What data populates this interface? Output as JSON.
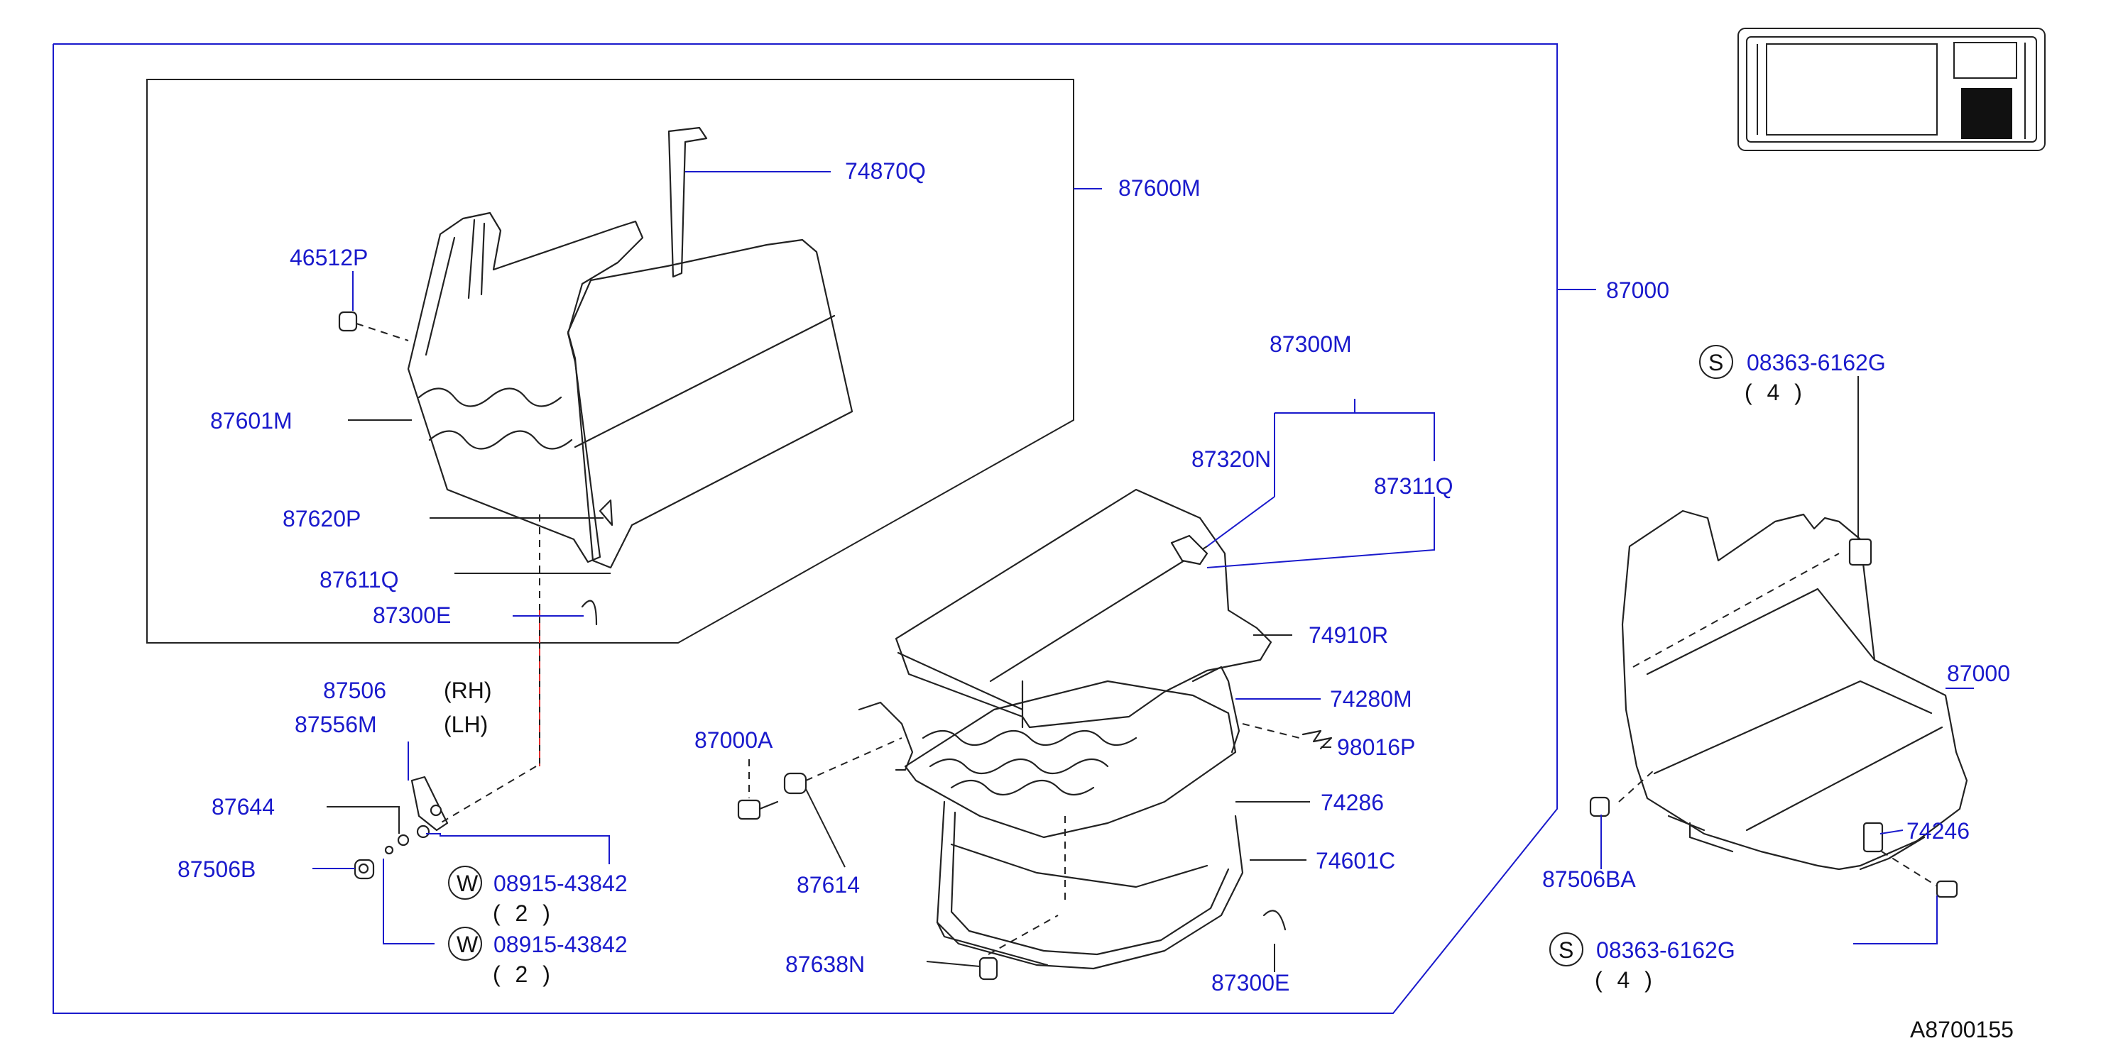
{
  "diagram_id": "A8700155",
  "callouts": {
    "c74870Q": "74870Q",
    "c87600M": "87600M",
    "c46512P": "46512P",
    "c87601M": "87601M",
    "c87620P": "87620P",
    "c87611Q": "87611Q",
    "c87300E_top": "87300E",
    "c87000_main": "87000",
    "c87300M": "87300M",
    "c87320N": "87320N",
    "c87311Q": "87311Q",
    "c74910R": "74910R",
    "c74280M": "74280M",
    "c98016P": "98016P",
    "c74286": "74286",
    "c74601C": "74601C",
    "c87300E_bot": "87300E",
    "c87638N": "87638N",
    "c87614": "87614",
    "c87000A": "87000A",
    "c87506": "87506",
    "c87506_side": "(RH)",
    "c87556M": "87556M",
    "c87556M_side": "(LH)",
    "c87644": "87644",
    "c87506B": "87506B",
    "c08915a": "08915-43842",
    "c08915a_qty": "( 2 )",
    "c08915b": "08915-43842",
    "c08915b_qty": "( 2 )",
    "c08363a": "08363-6162G",
    "c08363a_qty": "( 4 )",
    "c08363b": "08363-6162G",
    "c08363b_qty": "( 4 )",
    "c87000_right": "87000",
    "c74246": "74246",
    "c87506BA": "87506BA"
  },
  "symbols": {
    "washer": "W",
    "screw": "S"
  },
  "icons": {
    "location-map": "vehicle-top-view-icon"
  }
}
